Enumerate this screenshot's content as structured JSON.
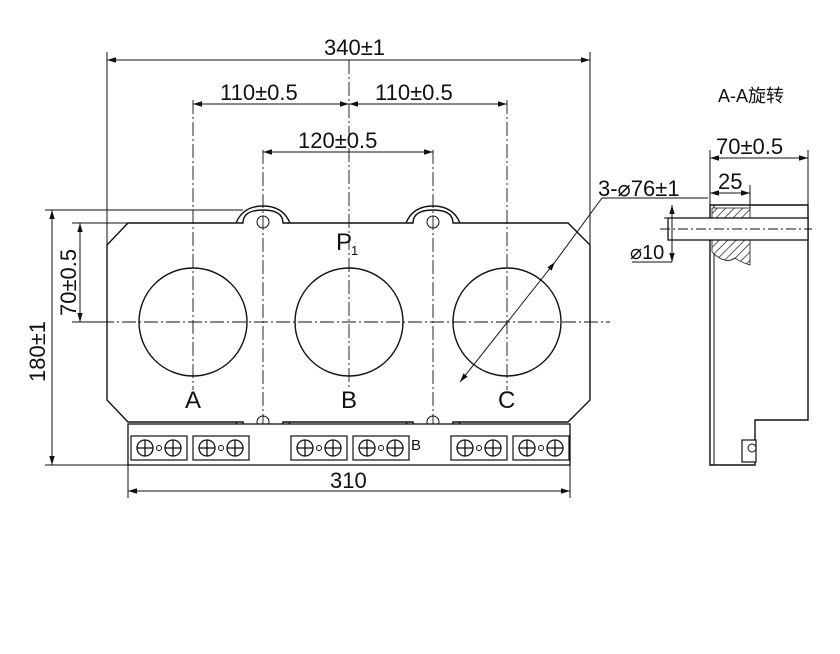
{
  "front_view": {
    "overall_width": "340±1",
    "left_spacing": "110±0.5",
    "right_spacing": "110±0.5",
    "mount_hole_spacing": "120±0.5",
    "overall_height": "180±1",
    "center_height": "70±0.5",
    "base_width": "310",
    "hole_callout": "3-⌀76±1",
    "label_p1_main": "P",
    "label_p1_sub": "1",
    "phase_a": "A",
    "phase_b": "B",
    "phase_c": "C",
    "terminal_mark": "B"
  },
  "section_view": {
    "title": "A-A旋转",
    "depth": "70±0.5",
    "bar_width": "25",
    "bar_diameter": "⌀10"
  }
}
